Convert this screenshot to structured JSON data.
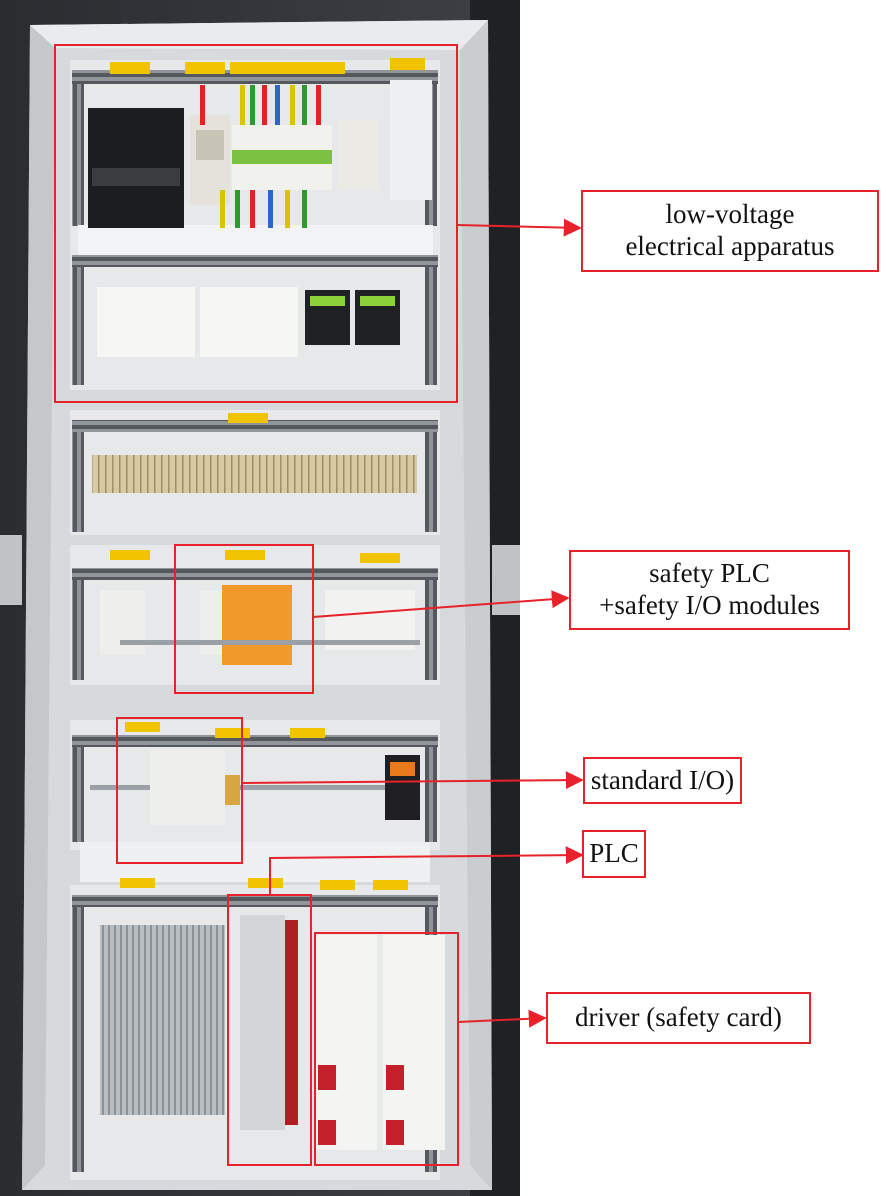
{
  "figure": {
    "subject": "electrical control cabinet",
    "highlight_color": "#e8222a"
  },
  "callouts": {
    "low_voltage": {
      "line1": "low-voltage",
      "line2": "electrical apparatus"
    },
    "safety_plc": {
      "line1": "safety PLC",
      "line2": "+safety I/O modules"
    },
    "standard_io": {
      "text": "standard I/O)"
    },
    "plc": {
      "text": "PLC"
    },
    "driver": {
      "text": "driver (safety card)"
    }
  }
}
